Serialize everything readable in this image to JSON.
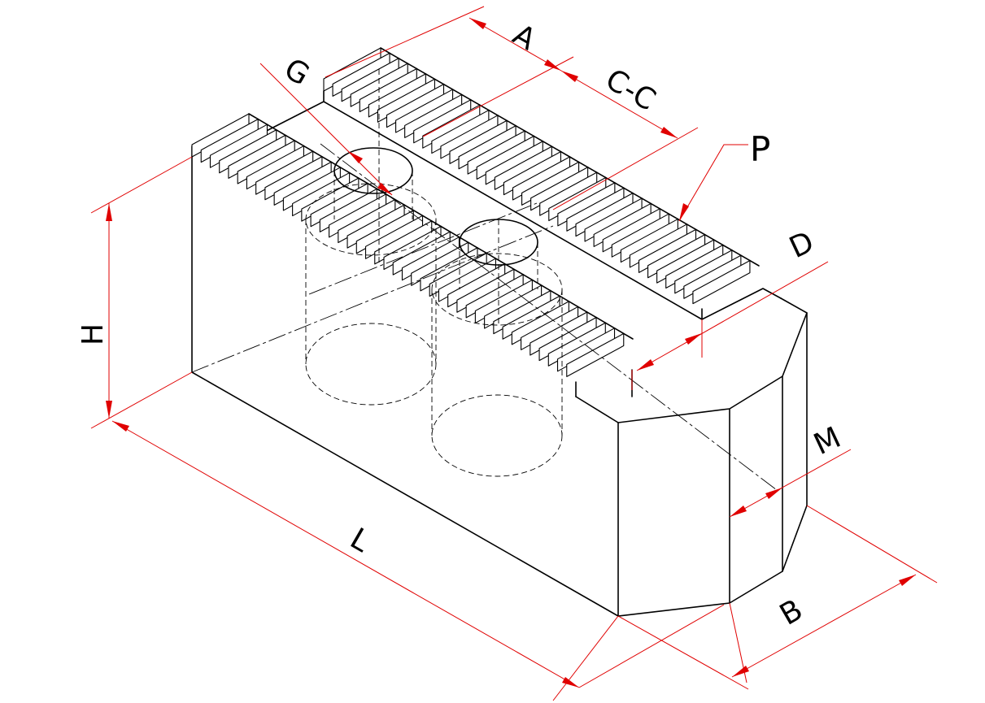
{
  "colors": {
    "outline": "#000000",
    "dimension": "#e00000",
    "background": "#ffffff"
  },
  "labels": {
    "A": "A",
    "CC": "C-C",
    "G": "G",
    "P": "P",
    "D": "D",
    "H": "H",
    "M": "M",
    "L": "L",
    "B": "B"
  }
}
